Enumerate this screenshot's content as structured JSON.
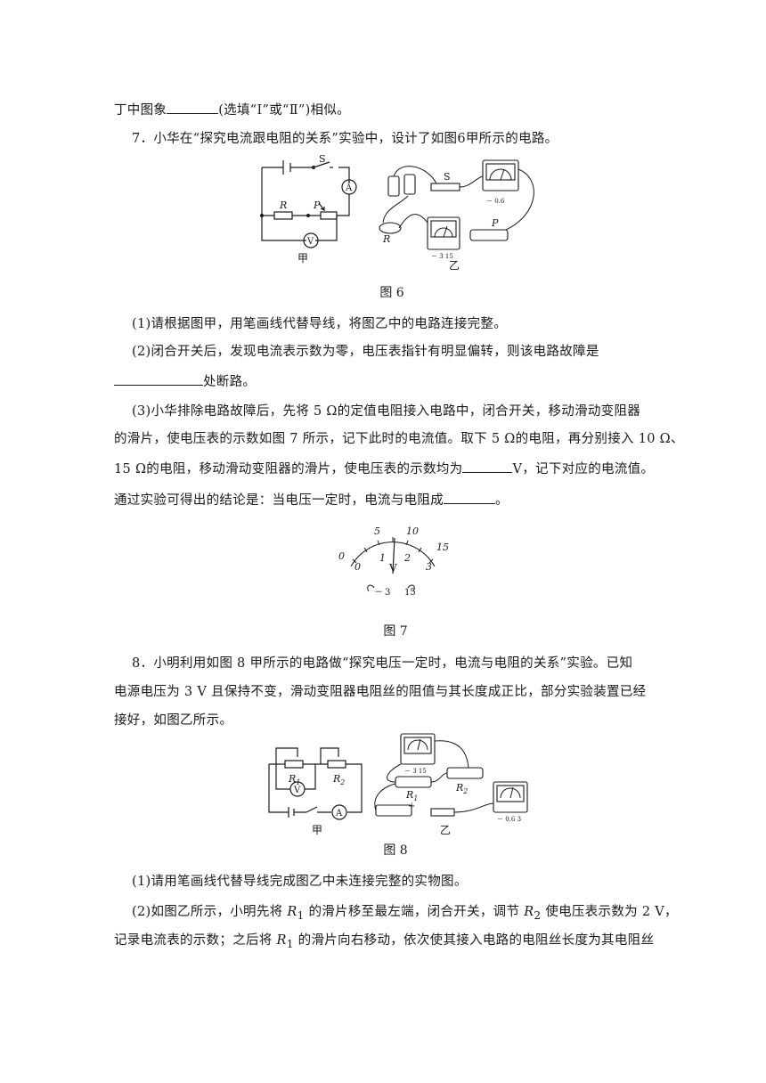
{
  "q6_tail": {
    "before": "丁中图象",
    "after": "(选填“Ⅰ”或“Ⅱ”)相似。"
  },
  "q7": {
    "intro": "7．小华在“探究电流跟电阻的关系”实验中，设计了如图6甲所示的电路。",
    "fig_labels": {
      "S": "S",
      "A": "A",
      "R": "R",
      "P": "P",
      "V": "V",
      "jia": "甲",
      "yi": "乙",
      "ammeter_terminals": "－ 0.6",
      "voltmeter_terminals": "－ 3 15",
      "zero": "0"
    },
    "fig_caption": "图 6",
    "p1": "(1)请根据图甲，用笔画线代替导线，将图乙中的电路连接完整。",
    "p2a": "(2)闭合开关后，发现电流表示数为零，电压表指针有明显偏转，则该电路故障是",
    "p2b": "处断路。",
    "p3a": "(3)小华排除电路故障后，先将 5 Ω的定值电阻接入电路中，闭合开关，移动滑动变阻器",
    "p3b": "的滑片，使电压表的示数如图 7 所示，记下此时的电流值。取下 5 Ω的电阻，再分别接入 10 Ω、",
    "p3c_pre": "15 Ω的电阻，移动滑动变阻器的滑片，使电压表的示数均为",
    "p3c_post": "V，记下对应的电流值。",
    "p3d_pre": "通过实验可得出的结论是：当电压一定时，电流与电阻成",
    "p3d_post": "。",
    "meter": {
      "outer_ticks": [
        "0",
        "5",
        "10",
        "15"
      ],
      "inner_ticks": [
        "0",
        "1",
        "2",
        "3"
      ],
      "unit": "V",
      "terminals": [
        "－",
        "3",
        "15"
      ]
    },
    "fig7_caption": "图 7"
  },
  "q8": {
    "intro1": "8．小明利用如图 8 甲所示的电路做“探究电压一定时，电流与电阻的关系”实验。已知",
    "intro2": "电源电压为 3 V 且保持不变，滑动变阻器电阻丝的阻值与其长度成正比，部分实验装置已经",
    "intro3": "接好，如图乙所示。",
    "fig_labels": {
      "R1": "R",
      "R1sub": "1",
      "R2": "R",
      "R2sub": "2",
      "V": "V",
      "A": "A",
      "jia": "甲",
      "yi": "乙",
      "plus": "+",
      "terminals_v": "－ 3 15",
      "terminals_a": "－ 0.6 3"
    },
    "fig_caption": "图 8",
    "p1": "(1)请用笔画线代替导线完成图乙中未连接完整的实物图。",
    "p2a_1": "(2)如图乙所示，小明先将 ",
    "p2a_R": "R",
    "p2a_sub": "1",
    "p2a_2": " 的滑片移至最左端，闭合开关，调节 ",
    "p2a_R2": "R",
    "p2a_sub2": "2",
    "p2a_3": " 使电压表示数为 2 V，",
    "p2b_1": "记录电流表的示数；之后将 ",
    "p2b_R": "R",
    "p2b_sub": "1",
    "p2b_2": " 的滑片向右移动，依次使其接入电路的电阻丝长度为其电阻丝"
  }
}
